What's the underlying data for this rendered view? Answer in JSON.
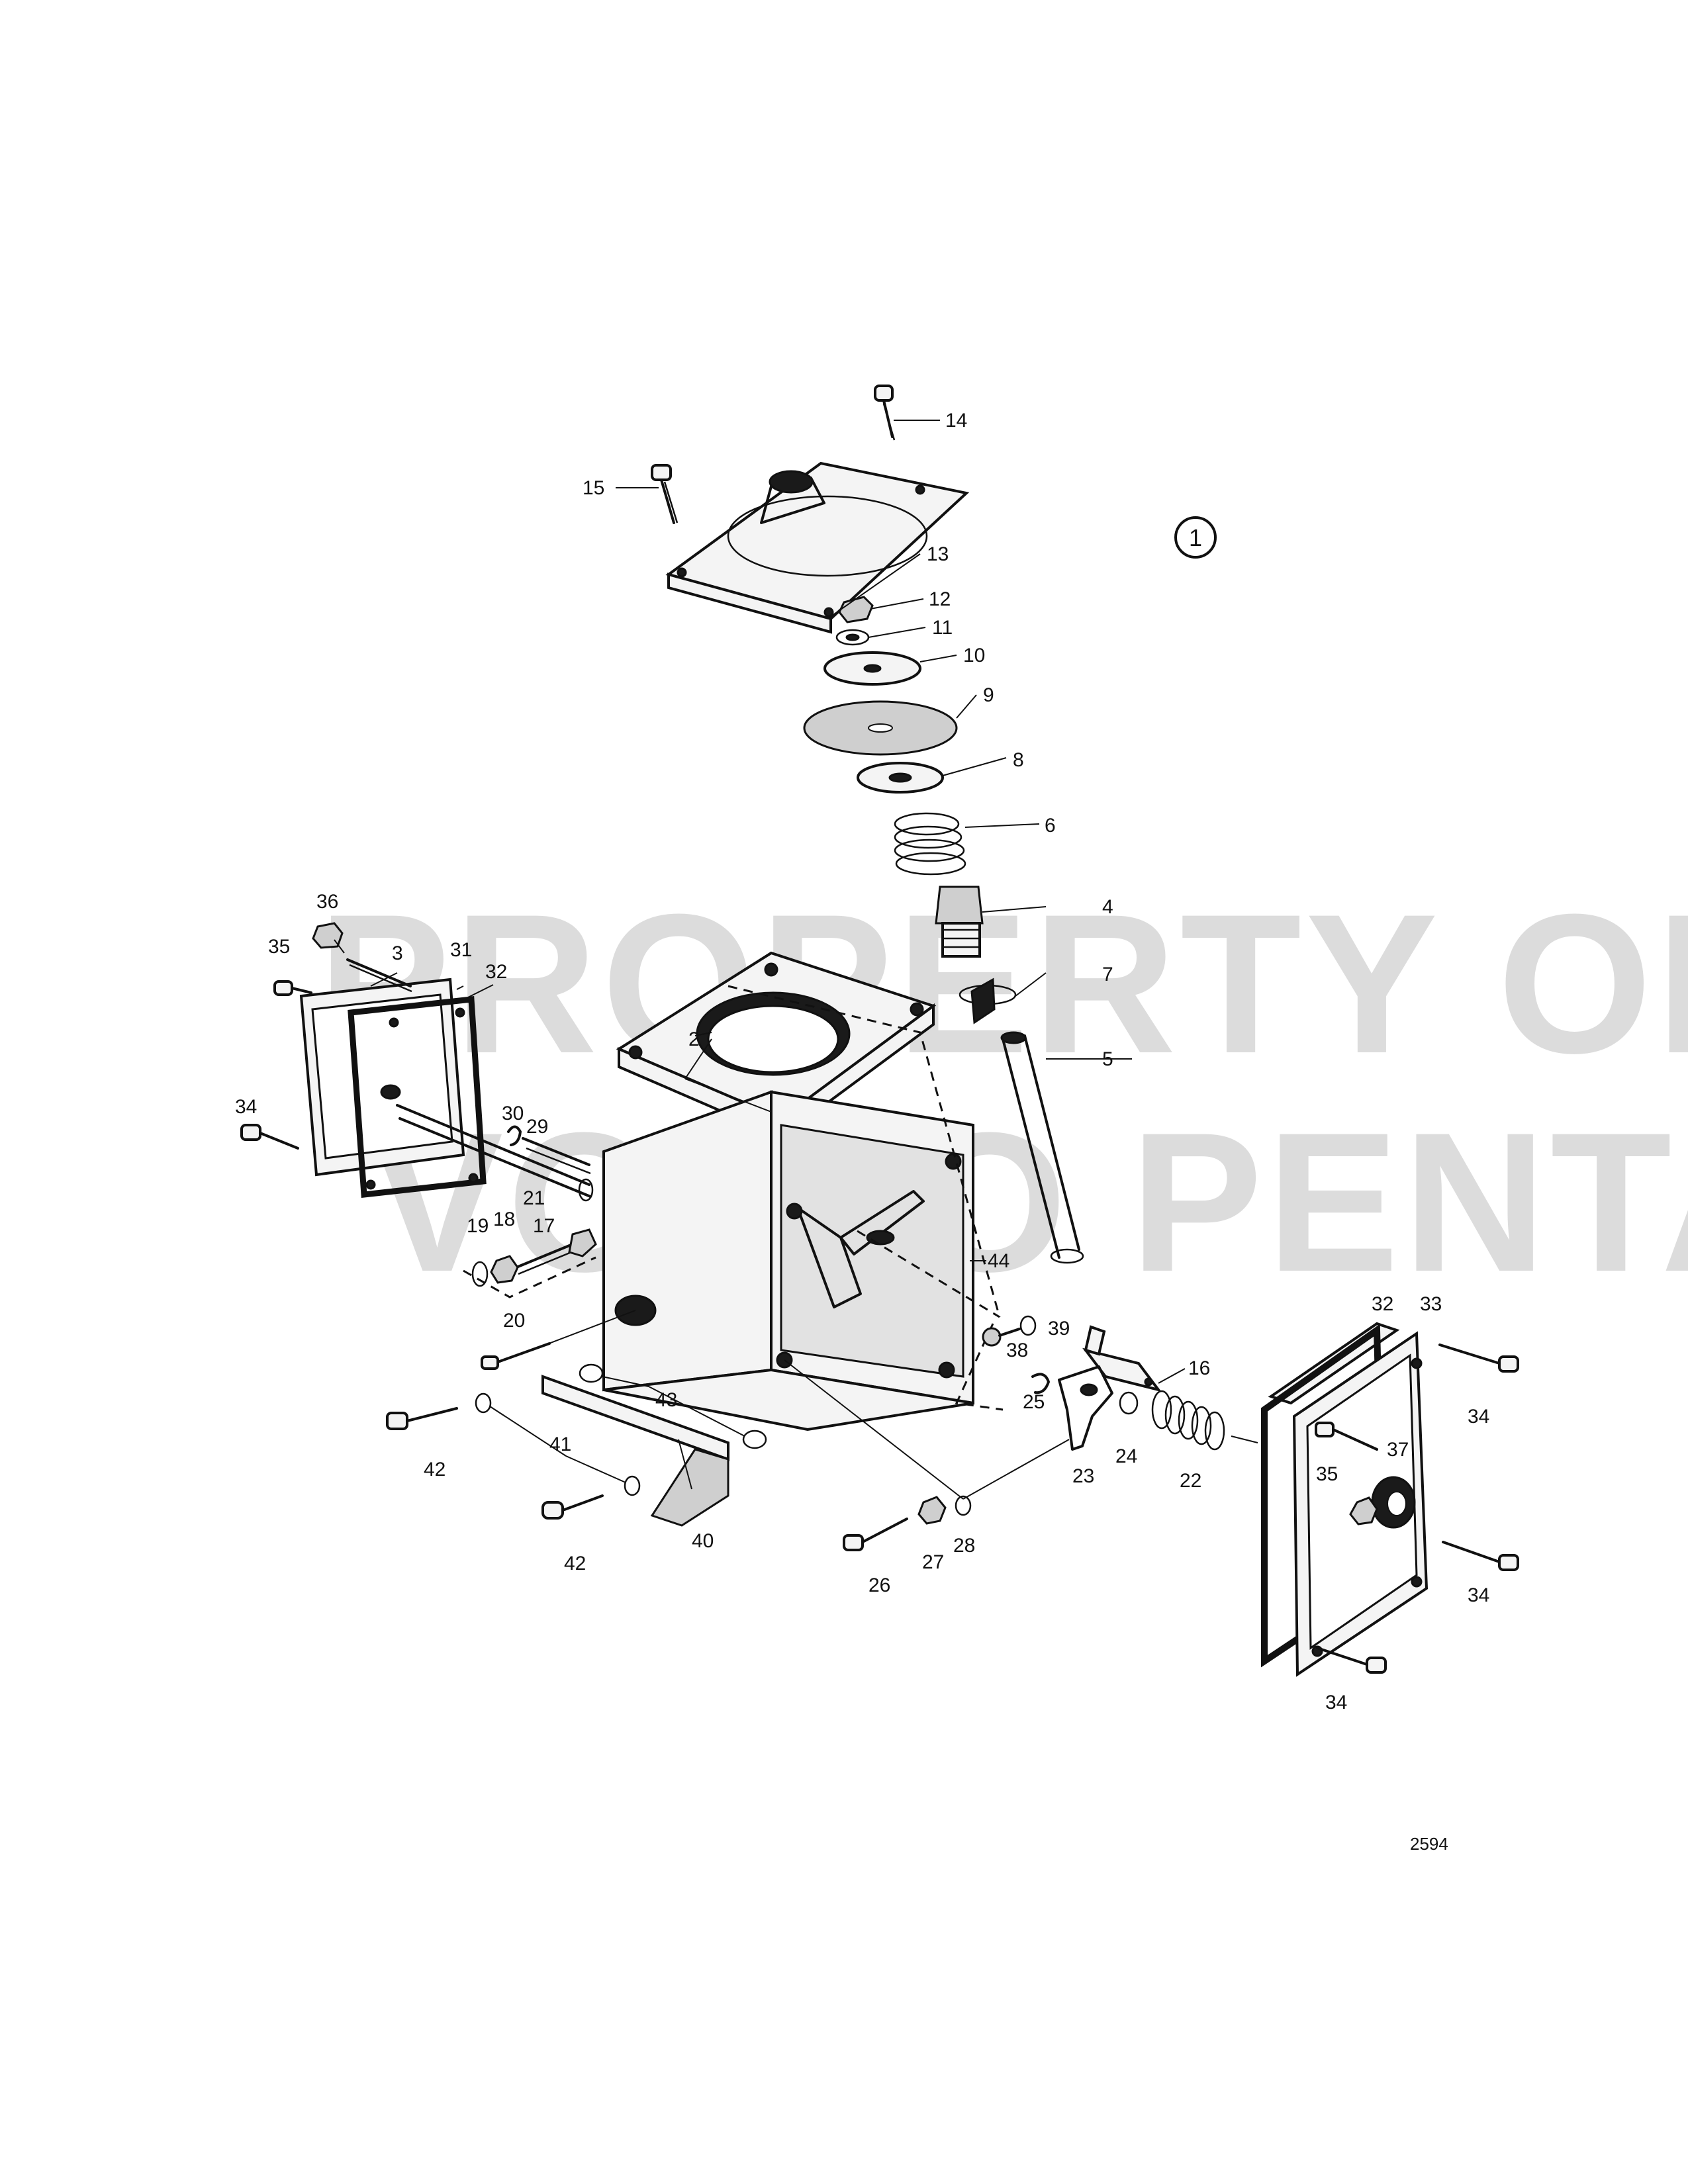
{
  "figure_number": "1",
  "drawing_number": "2594",
  "watermark": {
    "line1": "PROPERTY OF",
    "line2": "VOLVO PENTA"
  },
  "part_labels": [
    {
      "id": "2",
      "text": "2"
    },
    {
      "id": "3",
      "text": "3"
    },
    {
      "id": "4",
      "text": "4"
    },
    {
      "id": "5",
      "text": "5"
    },
    {
      "id": "6",
      "text": "6"
    },
    {
      "id": "7",
      "text": "7"
    },
    {
      "id": "8",
      "text": "8"
    },
    {
      "id": "9",
      "text": "9"
    },
    {
      "id": "10",
      "text": "10"
    },
    {
      "id": "11",
      "text": "11"
    },
    {
      "id": "12",
      "text": "12"
    },
    {
      "id": "13",
      "text": "13"
    },
    {
      "id": "14",
      "text": "14"
    },
    {
      "id": "15",
      "text": "15"
    },
    {
      "id": "16",
      "text": "16"
    },
    {
      "id": "17",
      "text": "17"
    },
    {
      "id": "18",
      "text": "18"
    },
    {
      "id": "19",
      "text": "19"
    },
    {
      "id": "20",
      "text": "20"
    },
    {
      "id": "21",
      "text": "21"
    },
    {
      "id": "22",
      "text": "22"
    },
    {
      "id": "23",
      "text": "23"
    },
    {
      "id": "24",
      "text": "24"
    },
    {
      "id": "25",
      "text": "25"
    },
    {
      "id": "26",
      "text": "26"
    },
    {
      "id": "27",
      "text": "27"
    },
    {
      "id": "28",
      "text": "28"
    },
    {
      "id": "29",
      "text": "29"
    },
    {
      "id": "30",
      "text": "30"
    },
    {
      "id": "31",
      "text": "31"
    },
    {
      "id": "32a",
      "text": "32"
    },
    {
      "id": "32b",
      "text": "32"
    },
    {
      "id": "33",
      "text": "33"
    },
    {
      "id": "34a",
      "text": "34"
    },
    {
      "id": "34b",
      "text": "34"
    },
    {
      "id": "34c",
      "text": "34"
    },
    {
      "id": "34d",
      "text": "34"
    },
    {
      "id": "35a",
      "text": "35"
    },
    {
      "id": "35b",
      "text": "35"
    },
    {
      "id": "36",
      "text": "36"
    },
    {
      "id": "37",
      "text": "37"
    },
    {
      "id": "38",
      "text": "38"
    },
    {
      "id": "39",
      "text": "39"
    },
    {
      "id": "40",
      "text": "40"
    },
    {
      "id": "41",
      "text": "41"
    },
    {
      "id": "42a",
      "text": "42"
    },
    {
      "id": "42b",
      "text": "42"
    },
    {
      "id": "43",
      "text": "43"
    },
    {
      "id": "44",
      "text": "44"
    }
  ]
}
